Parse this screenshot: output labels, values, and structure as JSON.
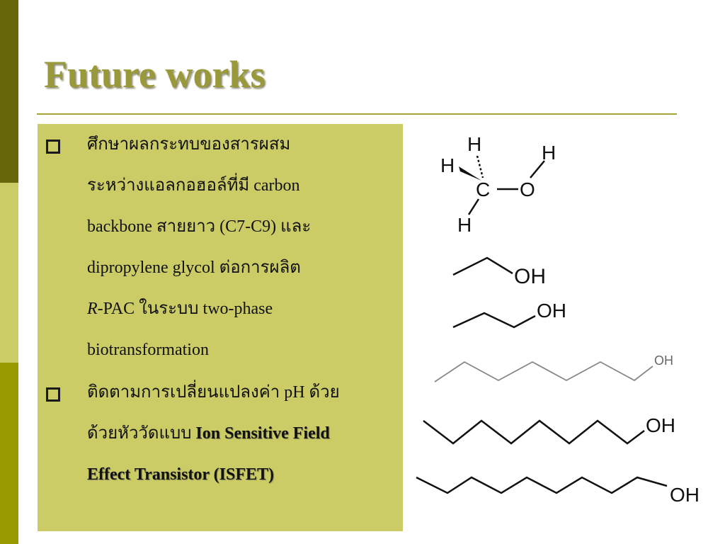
{
  "slide": {
    "title": "Future works"
  },
  "bullets": [
    {
      "lines": [
        "ศึกษาผลกระทบของสารผสม",
        "ระหว่างแอลกอฮอล์ที่มี carbon",
        "backbone สายยาว (C7-C9) และ",
        "dipropylene glycol ต่อการผลิต"
      ],
      "line5_italic": "R",
      "line5_rest": "-PAC ในระบบ two-phase",
      "line6": "biotransformation"
    },
    {
      "line1": "ติดตามการเปลี่ยนแปลงค่า pH ด้วย",
      "line2_plain": "ด้วยหัววัดแบบ ",
      "line2_bold": "Ion Sensitive Field",
      "line3_bold": "Effect Transistor (ISFET)"
    }
  ],
  "molecules": {
    "methanol": {
      "h_top": "H",
      "h_left": "H",
      "carbon": "C",
      "oxygen": "O",
      "h_right": "H",
      "h_bottom": "H"
    },
    "ethanol": {
      "label": "OH"
    },
    "propanol": {
      "label": "OH"
    },
    "octanol": {
      "label": "OH"
    },
    "nonanol": {
      "label": "OH"
    },
    "decanol": {
      "label": "OH"
    }
  },
  "colors": {
    "title": "#99993a",
    "panel": "#cccc66",
    "bar_dark": "#66660a",
    "bar_light": "#cccc66",
    "bar_mid": "#999900"
  }
}
